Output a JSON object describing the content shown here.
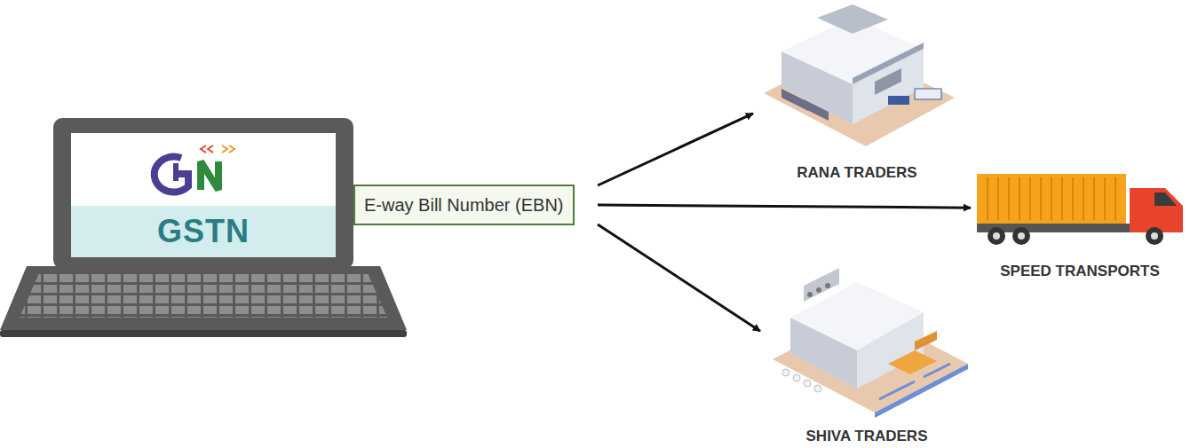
{
  "diagram": {
    "nodes": [
      {
        "text": [
          "GSTN"
        ]
      },
      {
        "text": [
          "E-way Bill Number (EBN)"
        ]
      },
      {
        "text": [
          "RANA TRADERS"
        ]
      },
      {
        "text": [
          "SPEED TRANSPORTS"
        ]
      },
      {
        "text": [
          "SHIVA TRADERS"
        ]
      }
    ],
    "edges": [
      {
        "from": 1,
        "to": 2,
        "arrow": "to"
      },
      {
        "from": 1,
        "to": 3,
        "arrow": "to"
      },
      {
        "from": 1,
        "to": 4,
        "arrow": "to"
      }
    ]
  }
}
